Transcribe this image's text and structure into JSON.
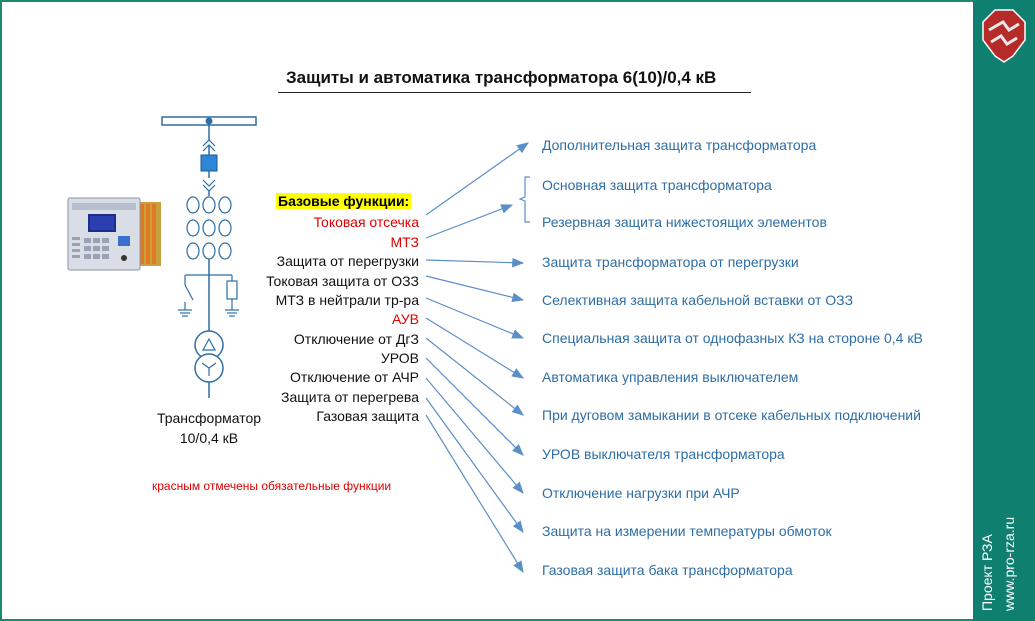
{
  "title": "Защиты и автоматика трансформатора 6(10)/0,4 кВ",
  "base_header": "Базовые функции:",
  "functions": [
    {
      "label": "Токовая отсечка",
      "required": true
    },
    {
      "label": "МТЗ",
      "required": true
    },
    {
      "label": "Защита от перегрузки",
      "required": false
    },
    {
      "label": "Токовая защита от ОЗЗ",
      "required": false
    },
    {
      "label": "МТЗ в нейтрали тр-ра",
      "required": false
    },
    {
      "label": "АУВ",
      "required": true
    },
    {
      "label": "Отключение от ДгЗ",
      "required": false
    },
    {
      "label": "УРОВ",
      "required": false
    },
    {
      "label": "Отключение от АЧР",
      "required": false
    },
    {
      "label": "Защита от перегрева",
      "required": false
    },
    {
      "label": "Газовая защита",
      "required": false
    }
  ],
  "descriptions": [
    "Дополнительная защита трансформатора",
    "Основная защита трансформатора",
    "Резервная защита нижестоящих элементов",
    "Защита трансформатора от перегрузки",
    "Селективная защита кабельной вставки от ОЗЗ",
    "Специальная защита от однофазных КЗ на стороне 0,4 кВ",
    "Автоматика управления выключателем",
    "При дуговом замыкании в отсеке кабельных подключений",
    "УРОВ выключателя трансформатора",
    "Отключение нагрузки при АЧР",
    "Защита на измерении температуры обмоток",
    "Газовая защита бака трансформатора"
  ],
  "transformer_caption": [
    "Трансформатор",
    "10/0,4 кВ"
  ],
  "note": "красным отмечены обязательные функции",
  "sidebar": {
    "project": "Проект РЗА",
    "site": "www.pro-rza.ru"
  },
  "colors": {
    "accent": "#0f7f70",
    "required": "#e00000",
    "description": "#2e6ea6",
    "highlight": "#ffff00"
  }
}
